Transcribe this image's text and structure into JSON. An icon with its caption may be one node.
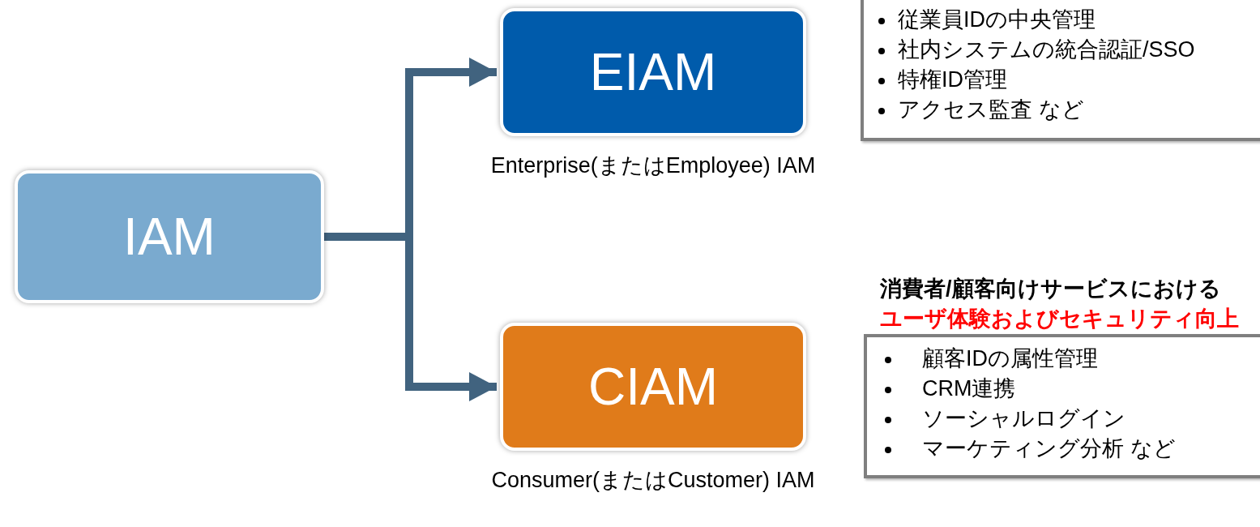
{
  "diagram": {
    "nodes": [
      {
        "text": [
          "IAM"
        ]
      },
      {
        "text": [
          "EIAM"
        ],
        "beside": [
          "Enterprise(またはEmployee) IAM"
        ]
      },
      {
        "text": [
          "CIAM"
        ],
        "beside": [
          "Consumer(またはCustomer) IAM"
        ]
      },
      {
        "text": [
          "従業員IDの中央管理",
          "社内システムの統合認証/SSO",
          "特権ID管理",
          "アクセス監査 など"
        ]
      },
      {
        "text": [
          "消費者/顧客向けサービスにおける",
          "ユーザ体験およびセキュリティ向上",
          "顧客IDの属性管理",
          "CRM連携",
          "ソーシャルログイン",
          "マーケティング分析 など"
        ]
      }
    ],
    "edges": [
      {
        "from": 0,
        "to": 1,
        "arrow": "to"
      },
      {
        "from": 0,
        "to": 2,
        "arrow": "to"
      }
    ]
  }
}
